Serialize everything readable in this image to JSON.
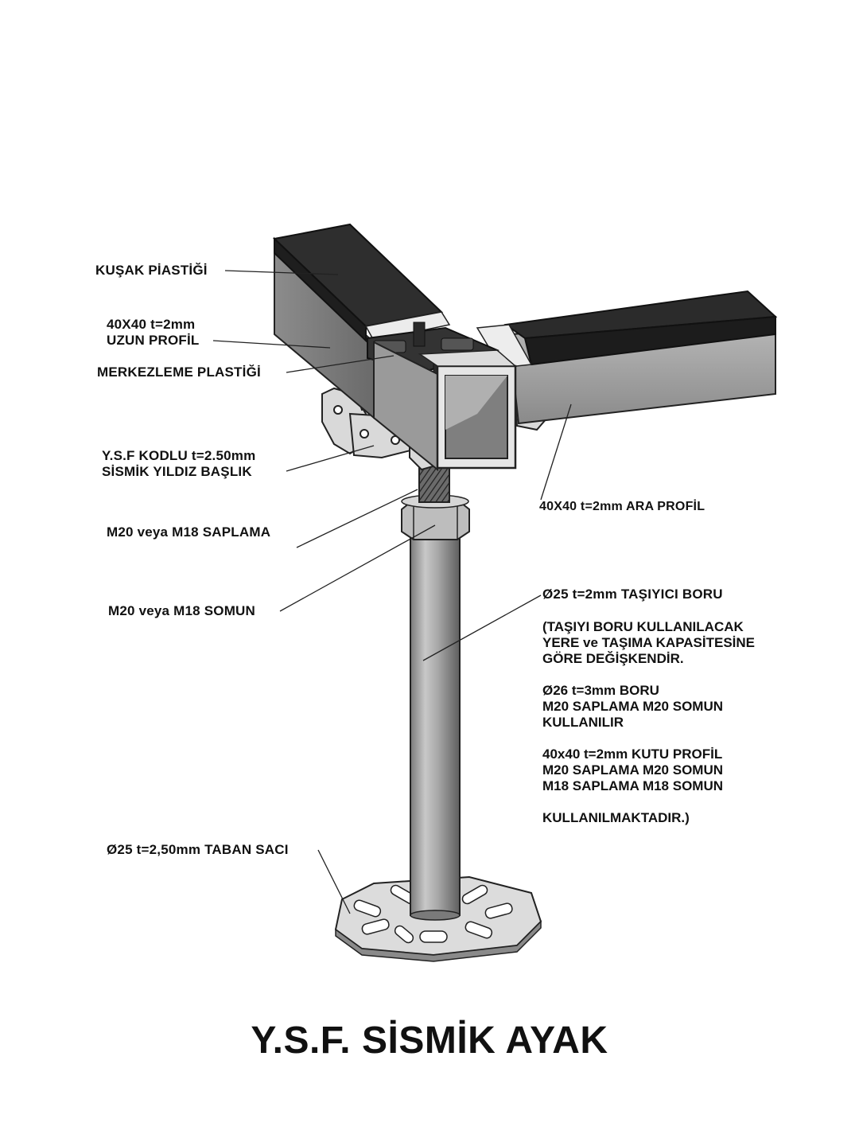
{
  "title": "Y.S.F. SİSMİK AYAK",
  "labels": {
    "kusak_plastigi": "KUŞAK PİASTİĞİ",
    "uzun_profil_line1": "40X40 t=2mm",
    "uzun_profil_line2": "UZUN PROFİL",
    "merkezleme": "MERKEZLEME PLASTİĞİ",
    "yildiz_line1": "Y.S.F KODLU t=2.50mm",
    "yildiz_line2": "SİSMİK YILDIZ BAŞLIK",
    "saplama": "M20 veya M18 SAPLAMA",
    "somun": "M20 veya M18 SOMUN",
    "ara_profil": "40X40 t=2mm ARA PROFİL",
    "tasiyici_boru": "Ø25 t=2mm TAŞIYICI BORU",
    "taban_saci": "Ø25 t=2,50mm TABAN SACI"
  },
  "notes": {
    "n1": "(TAŞIYI BORU KULLANILACAK",
    "n2": "YERE ve TAŞIMA KAPASİTESİNE",
    "n3": "GÖRE DEĞİŞKENDİR.",
    "n4": "Ø26 t=3mm BORU",
    "n5": "M20 SAPLAMA M20 SOMUN",
    "n6": "KULLANILIR",
    "n7": "40x40 t=2mm KUTU PROFİL",
    "n8": "M20 SAPLAMA M20 SOMUN",
    "n9": "M18 SAPLAMA M18 SOMUN",
    "n10": "KULLANILMAKTADIR.)"
  }
}
